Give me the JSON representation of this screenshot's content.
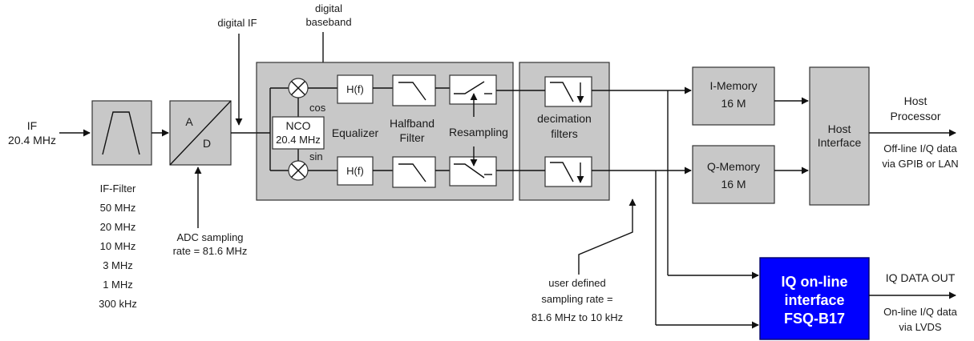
{
  "labels": {
    "if_input": [
      "IF",
      "20.4 MHz"
    ],
    "digital_if": "digital IF",
    "digital_baseband": [
      "digital",
      "baseband"
    ],
    "adc_a": "A",
    "adc_d": "D",
    "adc_rate": [
      "ADC sampling",
      "rate = 81.6 MHz"
    ],
    "if_filter_title": "IF-Filter",
    "if_filter_values": [
      "50 MHz",
      "20 MHz",
      "10 MHz",
      "3 MHz",
      "1 MHz",
      "300 kHz"
    ],
    "nco": [
      "NCO",
      "20.4 MHz"
    ],
    "cos": "cos",
    "sin": "sin",
    "hf": "H(f)",
    "equalizer": "Equalizer",
    "halfband": [
      "Halfband",
      "Filter"
    ],
    "resampling": "Resampling",
    "decimation": [
      "decimation",
      "filters"
    ],
    "user_rate": [
      "user defined",
      "sampling rate =",
      "81.6 MHz to 10 kHz"
    ],
    "i_memory": [
      "I-Memory",
      "16 M"
    ],
    "q_memory": [
      "Q-Memory",
      "16 M"
    ],
    "host_interface": [
      "Host",
      "Interface"
    ],
    "host_processor": [
      "Host",
      "Processor"
    ],
    "offline": [
      "Off-line I/Q data",
      "via GPIB or LAN"
    ],
    "iq_online": [
      "IQ on-line",
      "interface",
      "FSQ-B17"
    ],
    "iq_data_out": "IQ DATA OUT",
    "online": [
      "On-line I/Q data",
      "via LVDS"
    ]
  },
  "colors": {
    "block_fill": "#c8c8c8",
    "accent_block": "#0000ff",
    "accent_text": "#ffffff"
  }
}
